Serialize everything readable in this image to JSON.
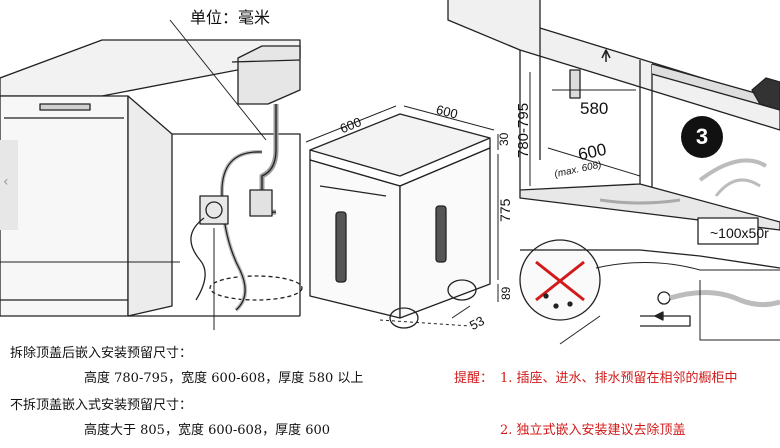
{
  "unit_label": "单位：毫米",
  "dims": {
    "width_top_a": "600",
    "width_top_b": "600",
    "height_30": "30",
    "height_775": "775",
    "height_89": "89",
    "depth_53": "53",
    "recess_height": "780-795",
    "recess_580": "580",
    "recess_600": "600",
    "recess_max": "(max. 608)",
    "step_number": "3",
    "hole_size": "~100x50r"
  },
  "notes": {
    "line1": "拆除顶盖后嵌入安装预留尺寸：",
    "line2": "高度 780-795，宽度 600-608，厚度 580 以上",
    "line3": "不拆顶盖嵌入式安装预留尺寸：",
    "line4": "高度大于 805，宽度 600-608，厚度 600"
  },
  "reminders": {
    "prefix": "提醒：",
    "item1": "1. 插座、进水、排水预留在相邻的橱柜中",
    "item2": "2. 独立式嵌入安装建议去除顶盖"
  },
  "colors": {
    "accent_red": "#d21a1a",
    "line": "#222222",
    "fill_grey": "#d9d9d9"
  }
}
